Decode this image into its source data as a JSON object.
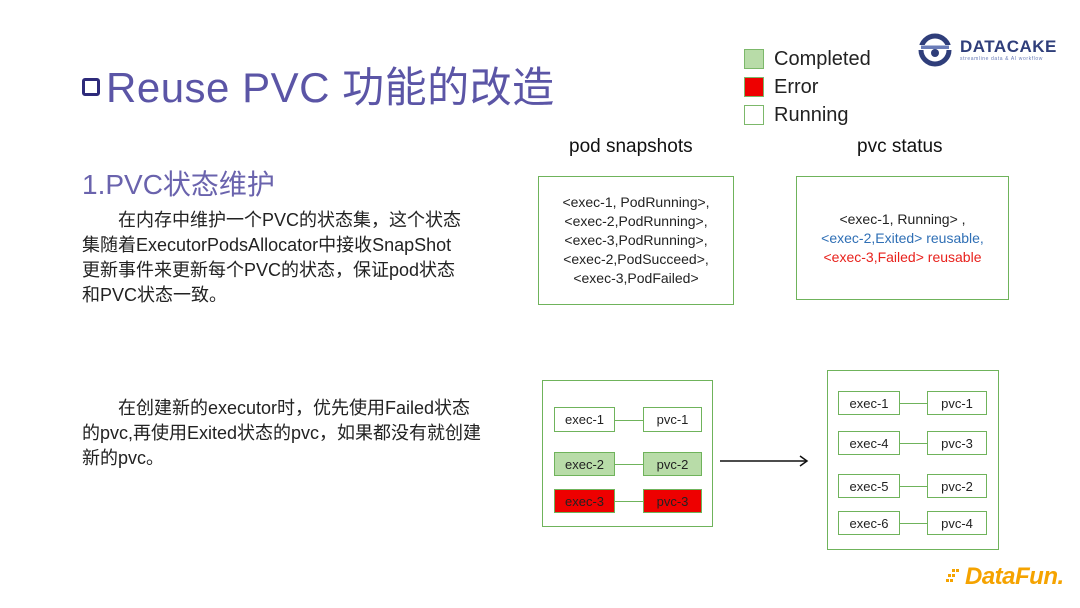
{
  "title": "Reuse PVC 功能的改造",
  "legend": [
    {
      "label": "Completed",
      "color": "#b8dca8"
    },
    {
      "label": "Error",
      "color": "#ee0000"
    },
    {
      "label": "Running",
      "color": "#ffffff"
    }
  ],
  "logo": {
    "name": "DATACAKE",
    "tagline": "streamline data & AI workflow"
  },
  "section": {
    "title": "1.PVC状态维护",
    "para1": "　　在内存中维护一个PVC的状态集，这个状态集随着ExecutorPodsAllocator中接收SnapShot更新事件来更新每个PVC的状态，保证pod状态和PVC状态一致。",
    "para2": "　　在创建新的executor时，优先使用Failed状态的pvc,再使用Exited状态的pvc，如果都没有就创建新的pvc。"
  },
  "pod_snapshots": {
    "title": "pod snapshots",
    "lines": [
      "<exec-1, PodRunning>,",
      "<exec-2,PodRunning>,",
      "<exec-3,PodRunning>,",
      "<exec-2,PodSucceed>,",
      "<exec-3,PodFailed>"
    ]
  },
  "pvc_status": {
    "title": "pvc status",
    "lines": [
      {
        "text": "<exec-1, Running> ,",
        "color": "#222222"
      },
      {
        "text": "<exec-2,Exited> reusable,",
        "color": "#2f6fb5"
      },
      {
        "text": "<exec-3,Failed> reusable",
        "color": "#e8211c"
      }
    ]
  },
  "before": [
    {
      "exec": "exec-1",
      "pvc": "pvc-1",
      "state": "running"
    },
    {
      "exec": "exec-2",
      "pvc": "pvc-2",
      "state": "completed"
    },
    {
      "exec": "exec-3",
      "pvc": "pvc-3",
      "state": "error"
    }
  ],
  "after": [
    {
      "exec": "exec-1",
      "pvc": "pvc-1"
    },
    {
      "exec": "exec-4",
      "pvc": "pvc-3"
    },
    {
      "exec": "exec-5",
      "pvc": "pvc-2"
    },
    {
      "exec": "exec-6",
      "pvc": "pvc-4"
    }
  ],
  "footer_logo": "DataFun."
}
